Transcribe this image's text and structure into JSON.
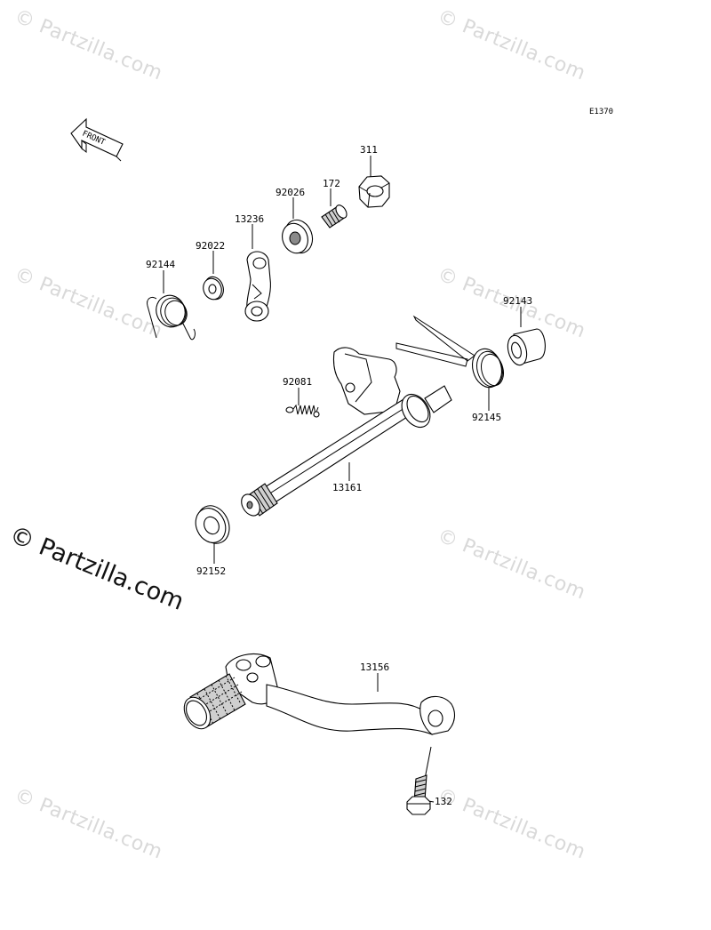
{
  "watermark": {
    "small_text": "© Partzilla.com",
    "large_text": "© Partzilla.com"
  },
  "diagram_code": "E1370",
  "front_label": "FRONT",
  "parts": [
    {
      "number": "311"
    },
    {
      "number": "172"
    },
    {
      "number": "92026"
    },
    {
      "number": "13236"
    },
    {
      "number": "92022"
    },
    {
      "number": "92144"
    },
    {
      "number": "92143"
    },
    {
      "number": "92081"
    },
    {
      "number": "92145"
    },
    {
      "number": "13161"
    },
    {
      "number": "92152"
    },
    {
      "number": "13156"
    },
    {
      "number": "132"
    }
  ]
}
